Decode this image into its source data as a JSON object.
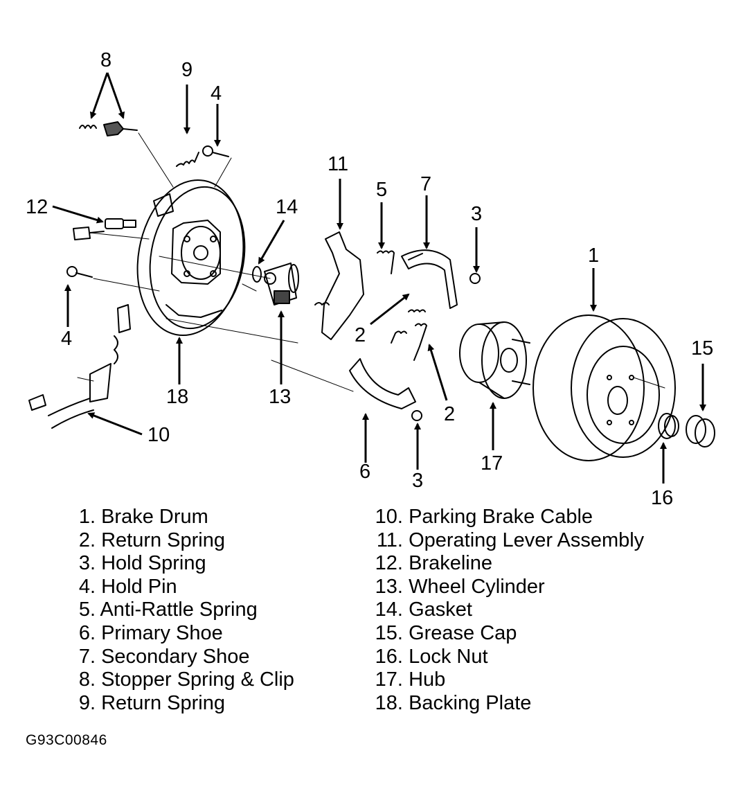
{
  "callouts": {
    "c1": "1",
    "c2a": "2",
    "c2b": "2",
    "c3a": "3",
    "c3b": "3",
    "c4a": "4",
    "c4b": "4",
    "c5": "5",
    "c6": "6",
    "c7": "7",
    "c8": "8",
    "c9": "9",
    "c10": "10",
    "c11": "11",
    "c12": "12",
    "c13": "13",
    "c14": "14",
    "c15": "15",
    "c16": "16",
    "c17": "17",
    "c18": "18"
  },
  "legend": {
    "left": [
      {
        "num": "1.",
        "label": "Brake Drum"
      },
      {
        "num": "2.",
        "label": "Return Spring"
      },
      {
        "num": "3.",
        "label": "Hold Spring"
      },
      {
        "num": "4.",
        "label": "Hold Pin"
      },
      {
        "num": "5.",
        "label": "Anti-Rattle Spring"
      },
      {
        "num": "6.",
        "label": "Primary Shoe"
      },
      {
        "num": "7.",
        "label": "Secondary Shoe"
      },
      {
        "num": "8.",
        "label": "Stopper Spring & Clip"
      },
      {
        "num": "9.",
        "label": "Return Spring"
      }
    ],
    "right": [
      {
        "num": "10.",
        "label": "Parking Brake Cable"
      },
      {
        "num": "11.",
        "label": "Operating Lever Assembly"
      },
      {
        "num": "12.",
        "label": "Brakeline"
      },
      {
        "num": "13.",
        "label": "Wheel Cylinder"
      },
      {
        "num": "14.",
        "label": "Gasket"
      },
      {
        "num": "15.",
        "label": "Grease Cap"
      },
      {
        "num": "16.",
        "label": "Lock Nut"
      },
      {
        "num": "17.",
        "label": "Hub"
      },
      {
        "num": "18.",
        "label": "Backing Plate"
      }
    ]
  },
  "figure_id": "G93C00846"
}
